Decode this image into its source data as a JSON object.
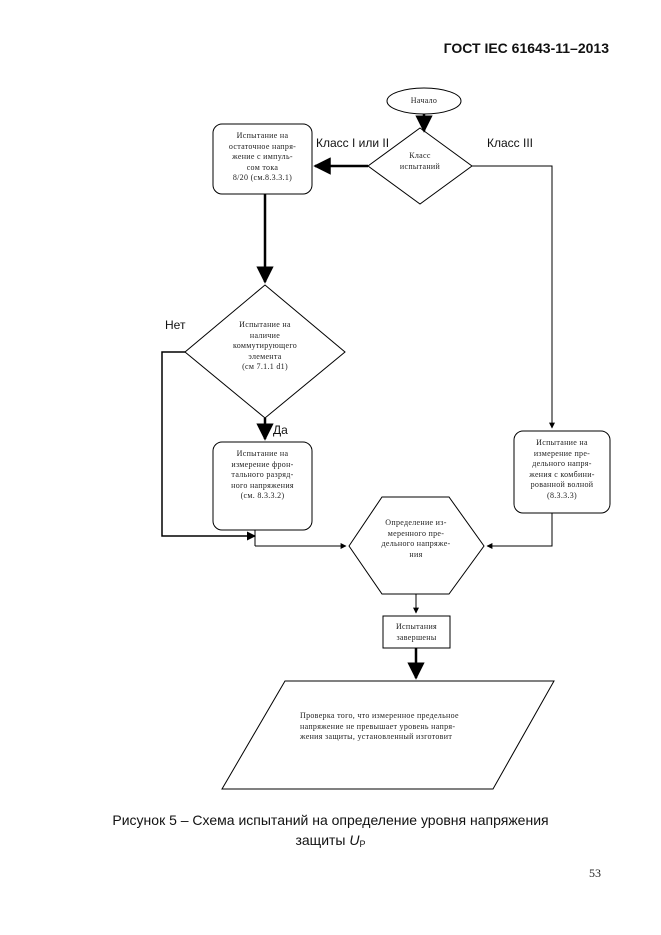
{
  "header": {
    "standard": "ГОСТ IEC 61643-11–2013"
  },
  "nodes": {
    "start": "Начало",
    "test_class": "Класс\nиспытаний",
    "residual_voltage": "Испытание на\nостаточное напря-\nжение с импуль-\nсом тока\n8/20 (см.8.3.3.1)",
    "switching_element": "Испытание на\nналичие\nкоммутирующего\nэлемента\n(см 7.1.1 d1)",
    "front_sparkover": "Испытание на\nизмерение фрон-\nтального разряд-\nного напряжения\n(см. 8.3.3.2)",
    "limiting_voltage": "Испытание на\nизмерение пре-\nдельного напря-\nжения с комбини-\nрованной волной\n(8.3.3.3)",
    "determination": "Определение из-\nмеренного пре-\nдельного напряже-\nния",
    "tests_completed": "Испытания\nзавершены",
    "verification": "Проверка того, что измеренное предельное\nнапряжение не превышает уровень напря-\nжения защиты, установленный изготовит"
  },
  "labels": {
    "class_1_2": "Класс I или II",
    "class_3": "Класс III",
    "no": "Нет",
    "yes": "Да"
  },
  "caption": {
    "line1": "Рисунок 5 – Схема испытаний на определение уровня напряжения",
    "line2_text": "защиты ",
    "symbol": "U",
    "subscript": "P"
  },
  "page_number": "53"
}
